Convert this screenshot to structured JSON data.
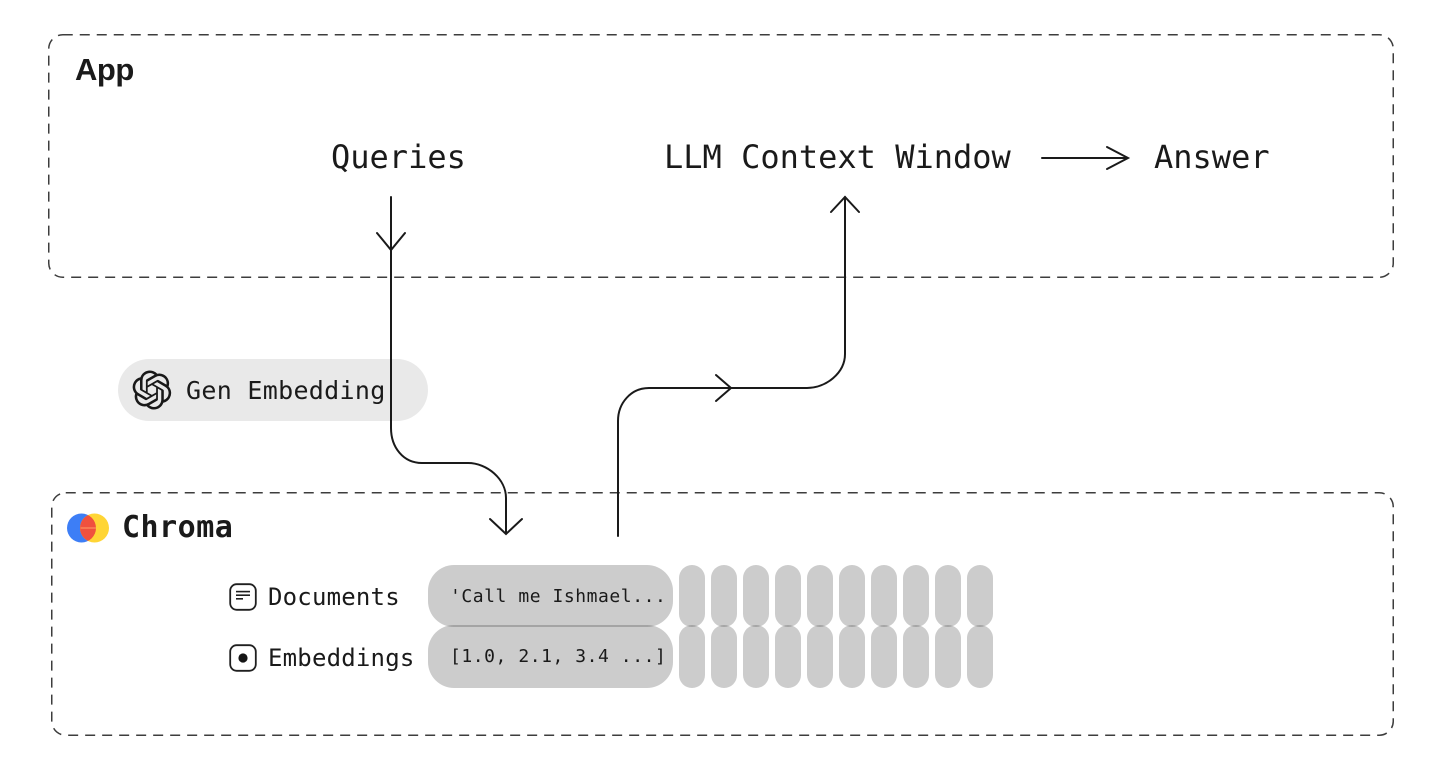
{
  "app_box": {
    "title": "App",
    "queries_label": "Queries",
    "llm_context_label": "LLM Context Window",
    "answer_label": "Answer"
  },
  "gen_embedding_pill": {
    "icon": "openai-logo",
    "label": "Gen Embedding"
  },
  "chroma_box": {
    "title": "Chroma",
    "rows": [
      {
        "icon": "document",
        "label": "Documents",
        "sample": "'Call me Ishmael..."
      },
      {
        "icon": "embedding",
        "label": "Embeddings",
        "sample": "[1.0, 2.1, 3.4 ...]"
      }
    ],
    "vector_columns": 10
  },
  "colors": {
    "ink": "#1A1A1A",
    "border-gray": "#3D3D3D",
    "pill-light": "#E9E9E9",
    "pill-dark": "#C9C9C9",
    "chroma-blue": "#3D7EF6",
    "chroma-yellow": "#FFD535",
    "chroma-red": "#F0513E"
  }
}
